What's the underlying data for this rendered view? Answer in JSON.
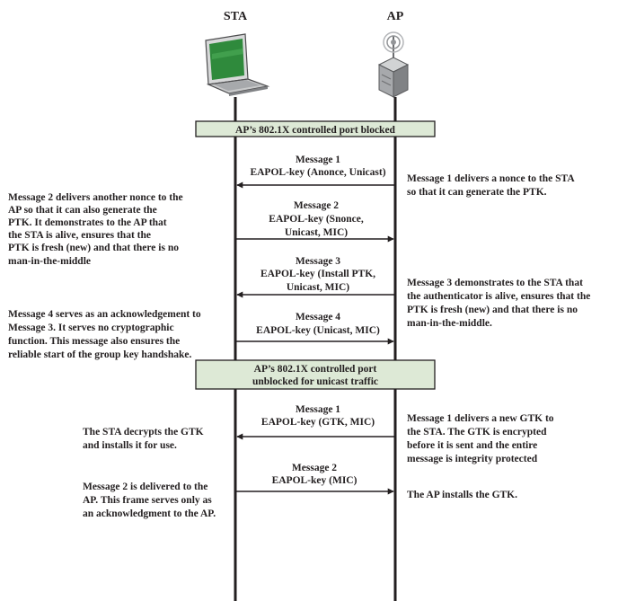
{
  "entities": {
    "sta": "STA",
    "ap": "AP"
  },
  "colors": {
    "bar_fill": "#dde9d6",
    "ink": "#231f20",
    "laptop_screen": "#2f8a3c"
  },
  "icons": {
    "sta": "laptop-icon",
    "ap": "access-point-icon"
  },
  "bars": [
    {
      "lines": [
        "AP’s 802.1X controlled port blocked"
      ]
    },
    {
      "lines": [
        "AP’s 802.1X controlled port",
        "unblocked for unicast traffic"
      ]
    }
  ],
  "messages": [
    {
      "direction": "ap-to-sta",
      "lines": [
        "Message 1",
        "EAPOL-key (Anonce, Unicast)"
      ]
    },
    {
      "direction": "sta-to-ap",
      "lines": [
        "Message 2",
        "EAPOL-key (Snonce,",
        "Unicast, MIC)"
      ]
    },
    {
      "direction": "ap-to-sta",
      "lines": [
        "Message 3",
        "EAPOL-key (Install PTK,",
        "Unicast, MIC)"
      ]
    },
    {
      "direction": "sta-to-ap",
      "lines": [
        "Message 4",
        "EAPOL-key (Unicast, MIC)"
      ]
    },
    {
      "direction": "ap-to-sta",
      "lines": [
        "Message 1",
        "EAPOL-key (GTK, MIC)"
      ]
    },
    {
      "direction": "sta-to-ap",
      "lines": [
        "Message 2",
        "EAPOL-key (MIC)"
      ]
    }
  ],
  "notes_left": [
    {
      "lines": [
        "Message 2 delivers another nonce to the",
        "AP so that it can also generate the",
        "PTK. It demonstrates to the AP that",
        "the STA is alive, ensures that the",
        "PTK is fresh (new) and that there is no",
        "man-in-the-middle"
      ]
    },
    {
      "lines": [
        "Message 4 serves as an acknowledgement to",
        "Message 3. It serves no cryptographic",
        "function. This message also ensures the",
        "reliable start of the group key handshake."
      ]
    },
    {
      "lines": [
        "The STA decrypts the GTK",
        "and installs it for use."
      ]
    },
    {
      "lines": [
        "Message 2 is delivered to the",
        "AP. This frame serves only as",
        "an acknowledgment to the AP."
      ]
    }
  ],
  "notes_right": [
    {
      "lines": [
        "Message 1 delivers a nonce to the STA",
        "so that it can generate the PTK."
      ]
    },
    {
      "lines": [
        "Message 3 demonstrates to the STA that",
        "the authenticator is alive, ensures that the",
        "PTK is fresh (new) and that there is no",
        "man-in-the-middle."
      ]
    },
    {
      "lines": [
        "Message 1 delivers a new GTK to",
        "the STA. The GTK is encrypted",
        "before it is sent and the entire",
        "message is integrity protected"
      ]
    },
    {
      "lines": [
        "The AP installs the GTK."
      ]
    }
  ]
}
